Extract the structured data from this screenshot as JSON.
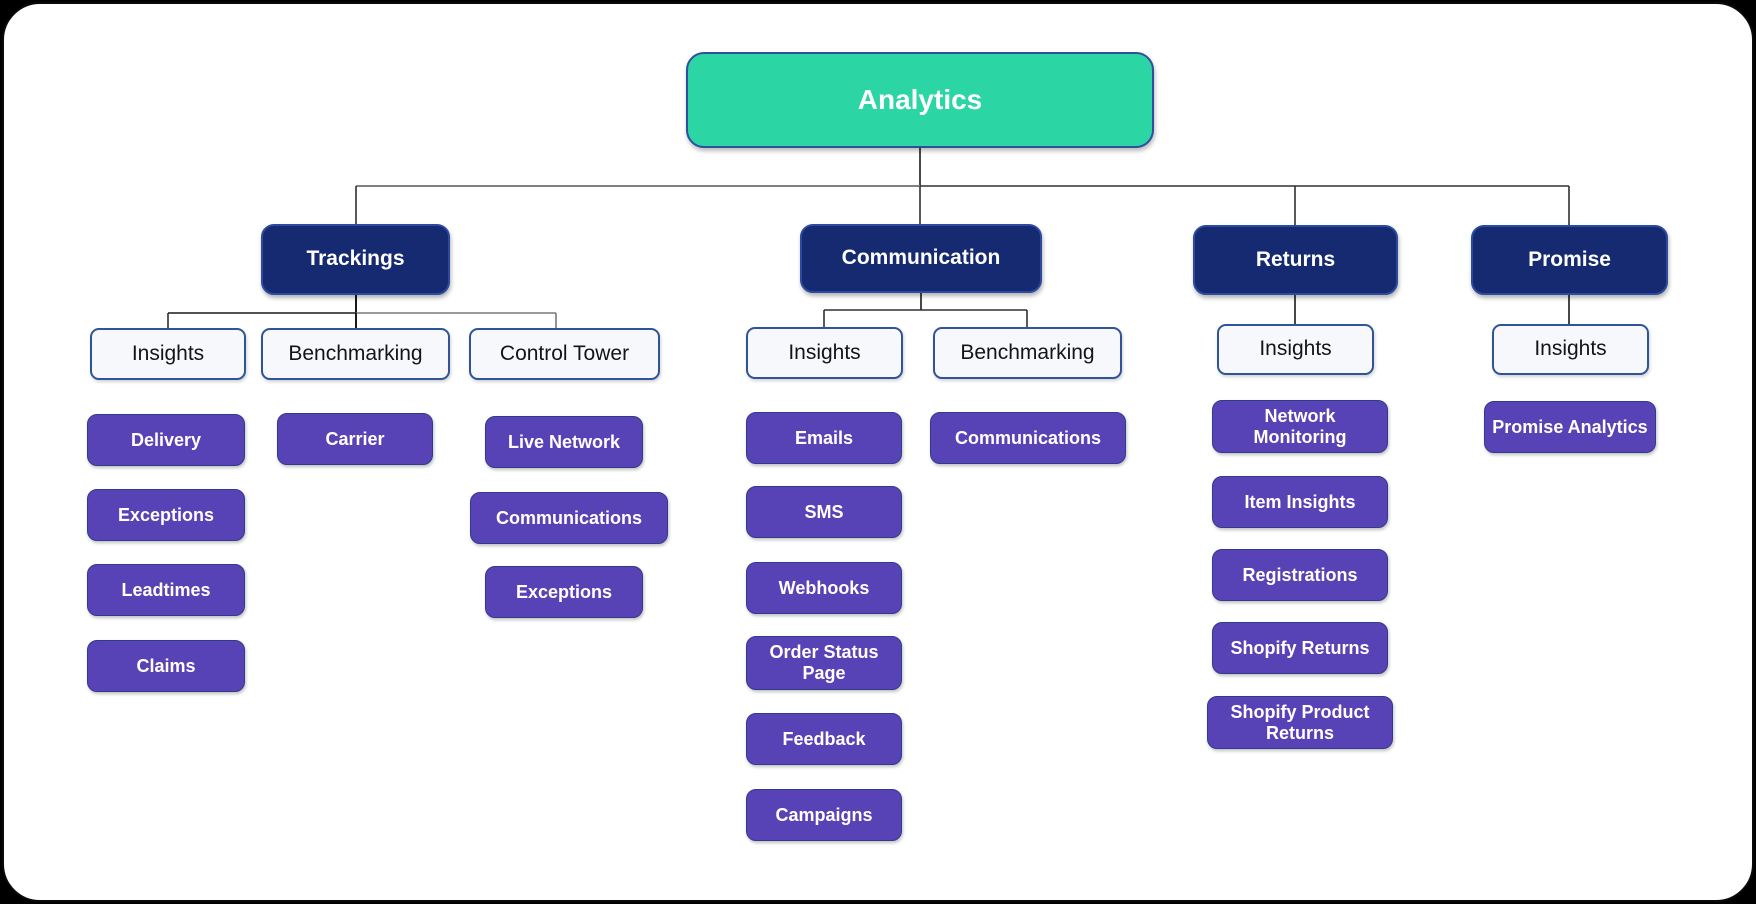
{
  "palette": {
    "root_fill": "#2BD6A4",
    "branch_fill": "#152A70",
    "category_fill": "#F7F8FC",
    "category_border": "#2F5497",
    "leaf_fill": "#5843B6",
    "connector_dark": "#303030",
    "connector_gray": "#808080",
    "text_on_dark": "#ffffff",
    "text_on_light": "#141414"
  },
  "tree": {
    "root": {
      "label": "Analytics"
    },
    "branches": [
      {
        "label": "Trackings",
        "categories": [
          {
            "label": "Insights",
            "items": [
              "Delivery",
              "Exceptions",
              "Leadtimes",
              "Claims"
            ]
          },
          {
            "label": "Benchmarking",
            "items": [
              "Carrier"
            ]
          },
          {
            "label": "Control Tower",
            "items": [
              "Live Network",
              "Communications",
              "Exceptions"
            ]
          }
        ]
      },
      {
        "label": "Communication",
        "categories": [
          {
            "label": "Insights",
            "items": [
              "Emails",
              "SMS",
              "Webhooks",
              "Order Status Page",
              "Feedback",
              "Campaigns"
            ]
          },
          {
            "label": "Benchmarking",
            "items": [
              "Communications"
            ]
          }
        ]
      },
      {
        "label": "Returns",
        "categories": [
          {
            "label": "Insights",
            "items": [
              "Network Monitoring",
              "Item Insights",
              "Registrations",
              "Shopify Returns",
              "Shopify Product Returns"
            ]
          }
        ]
      },
      {
        "label": "Promise",
        "categories": [
          {
            "label": "Insights",
            "items": [
              "Promise Analytics"
            ]
          }
        ]
      }
    ]
  }
}
